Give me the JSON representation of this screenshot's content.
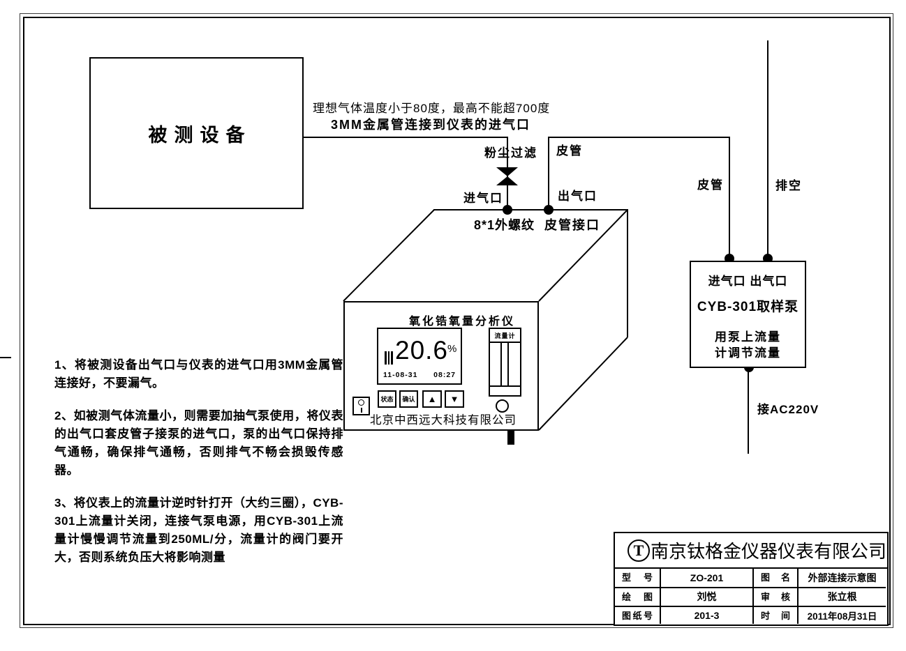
{
  "device_box": {
    "label": "被测设备"
  },
  "notes_top": {
    "line1": "理想气体温度小于80度，最高不能超700度",
    "line2": "3MM金属管连接到仪表的进气口"
  },
  "pipe_labels": {
    "dust_filter": "粉尘过滤",
    "hose_top": "皮管",
    "hose_right": "皮管",
    "exhaust": "排空",
    "inlet": "进气口",
    "outlet": "出气口",
    "thread": "8*1外螺纹",
    "hose_port": "皮管接口",
    "power": "接AC220V"
  },
  "analyzer": {
    "title": "氧化锆氧量分析仪",
    "display": {
      "value": "20.6",
      "unit": "%",
      "date": "11-08-31",
      "time": "08:27"
    },
    "flowmeter_label": "流量计",
    "buttons": [
      "状态",
      "确认",
      "▲",
      "▼"
    ],
    "brand": "北京中西远大科技有限公司"
  },
  "pump": {
    "ports": "进气口 出气口",
    "name": "CYB-301取样泵",
    "note1": "用泵上流量",
    "note2": "计调节流量"
  },
  "instructions": [
    "1、将被测设备出气口与仪表的进气口用3MM金属管连接好，不要漏气。",
    "2、如被测气体流量小，则需要加抽气泵使用，将仪表的出气口套皮管子接泵的进气口，泵的出气口保持排气通畅，确保排气通畅，否则排气不畅会损毁传感器。",
    "3、将仪表上的流量计逆时针打开（大约三圈），CYB-301上流量计关闭，连接气泵电源，用CYB-301上流量计慢慢调节流量到250ML/分，流量计的阀门要开大，否则系统负压大将影响测量"
  ],
  "title_block": {
    "logo": "T",
    "company": "南京钛格金仪器仪表有限公司",
    "rows": [
      {
        "l1": "型号",
        "v1": "ZO-201",
        "l2": "图名",
        "v2": "外部连接示意图"
      },
      {
        "l1": "绘图",
        "v1": "刘悦",
        "l2": "审核",
        "v2": "张立根"
      },
      {
        "l1": "图纸号",
        "v1": "201-3",
        "l2": "时间",
        "v2": "2011年08月31日"
      }
    ]
  }
}
